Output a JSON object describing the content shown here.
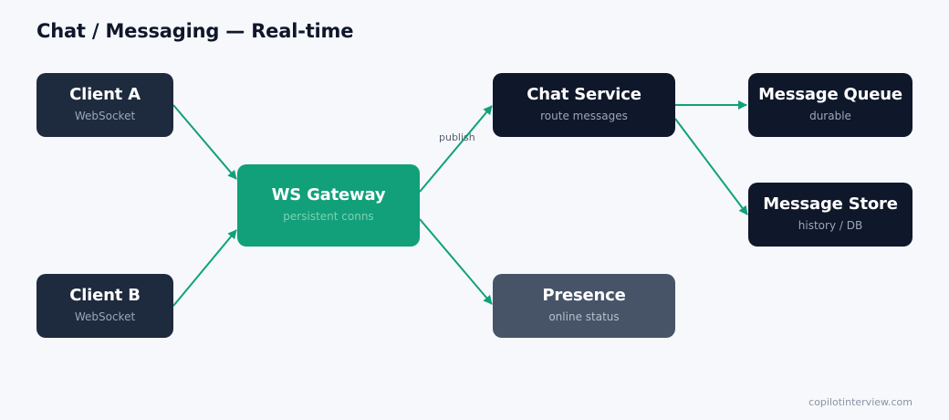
{
  "title": "Chat / Messaging — Real-time",
  "nodes": {
    "client_a": {
      "name": "Client A",
      "desc": "WebSocket"
    },
    "client_b": {
      "name": "Client B",
      "desc": "WebSocket"
    },
    "ws_gateway": {
      "name": "WS Gateway",
      "desc": "persistent conns"
    },
    "chat_service": {
      "name": "Chat Service",
      "desc": "route messages"
    },
    "presence": {
      "name": "Presence",
      "desc": "online status"
    },
    "message_queue": {
      "name": "Message Queue",
      "desc": "durable"
    },
    "message_store": {
      "name": "Message Store",
      "desc": "history / DB"
    }
  },
  "edges": [
    {
      "from": "Client A",
      "to": "WS Gateway",
      "label": ""
    },
    {
      "from": "Client B",
      "to": "WS Gateway",
      "label": ""
    },
    {
      "from": "WS Gateway",
      "to": "Chat Service",
      "label": "publish"
    },
    {
      "from": "WS Gateway",
      "to": "Presence",
      "label": ""
    },
    {
      "from": "Chat Service",
      "to": "Message Queue",
      "label": ""
    },
    {
      "from": "Chat Service",
      "to": "Message Store",
      "label": ""
    }
  ],
  "footer": "copilotinterview.com",
  "colors": {
    "background": "#f6f8fc",
    "arrow": "#11a07a",
    "gateway": "#11a07a",
    "client": "#1e2a3d",
    "service": "#0f172a",
    "presence": "#475467"
  }
}
